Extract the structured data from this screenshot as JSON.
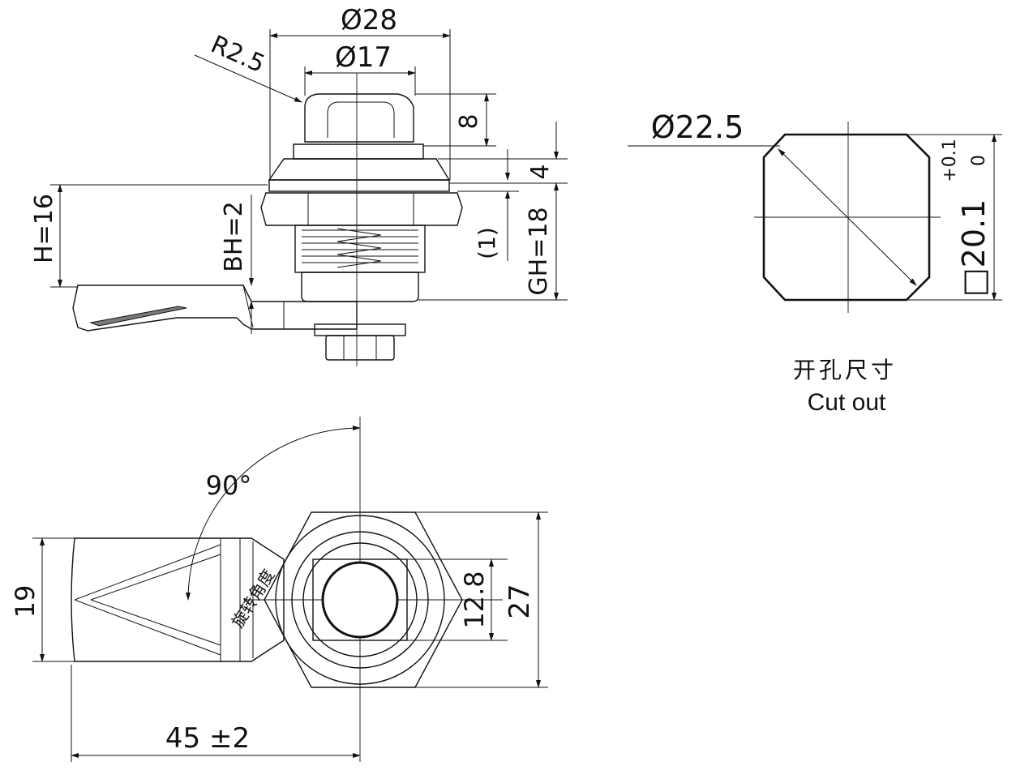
{
  "colors": {
    "ink": "#111111",
    "metal_light": "#f4f4f4",
    "metal_mid": "#c9c9c9",
    "metal_dark": "#7a7a7a",
    "background": "#ffffff"
  },
  "top_view": {
    "dia_outer": "Ø28",
    "dia_inner": "Ø17",
    "radius": "R2.5",
    "dim_8": "8",
    "dim_4": "4",
    "dim_1": "(1)",
    "gh": "GH=18",
    "h": "H=16",
    "bh": "BH=2"
  },
  "cutout": {
    "diameter": "Ø22.5",
    "square_size": "□20.1",
    "tol_plus": "+0.1",
    "tol_zero": "0",
    "title_cn": "开孔尺寸",
    "title_en": "Cut out"
  },
  "front_view": {
    "angle": "90°",
    "dim_19": "19",
    "dim_27": "27",
    "dim_12_8": "12.8",
    "length": "45 ±2",
    "rotation_cn": "旋转角度"
  }
}
